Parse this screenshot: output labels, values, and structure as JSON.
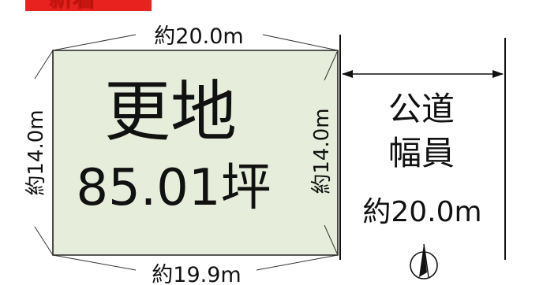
{
  "badge": {
    "text": "新着",
    "bg_color": "#e8231f",
    "text_color": "#ffe100"
  },
  "lot": {
    "type_label": "更地",
    "area_label": "85.01坪",
    "fill_color": "#e6eedb"
  },
  "dimensions": {
    "top": "約20.0m",
    "bottom": "約19.9m",
    "left": "約14.0m",
    "right": "約14.0m"
  },
  "road": {
    "label_line1": "公道",
    "label_line2": "幅員",
    "width": "約20.0m"
  },
  "compass": {
    "icon": "north-arrow-icon"
  }
}
